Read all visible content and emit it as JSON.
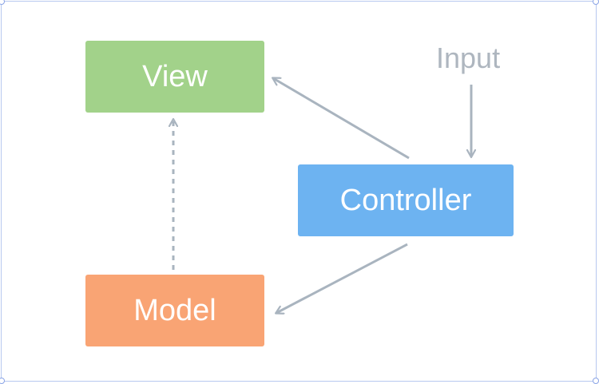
{
  "diagram": {
    "nodes": {
      "view": {
        "label": "View",
        "color": "#a2d28a"
      },
      "model": {
        "label": "Model",
        "color": "#f9a474"
      },
      "controller": {
        "label": "Controller",
        "color": "#6db3f1"
      }
    },
    "input_label": "Input",
    "edge_color": "#a9b4bf",
    "frame_border_color": "#b7c8ef",
    "edges": [
      {
        "from": "controller",
        "to": "view",
        "style": "solid"
      },
      {
        "from": "controller",
        "to": "model",
        "style": "solid"
      },
      {
        "from": "model",
        "to": "view",
        "style": "dashed"
      },
      {
        "from": "input",
        "to": "controller",
        "style": "solid"
      }
    ]
  }
}
